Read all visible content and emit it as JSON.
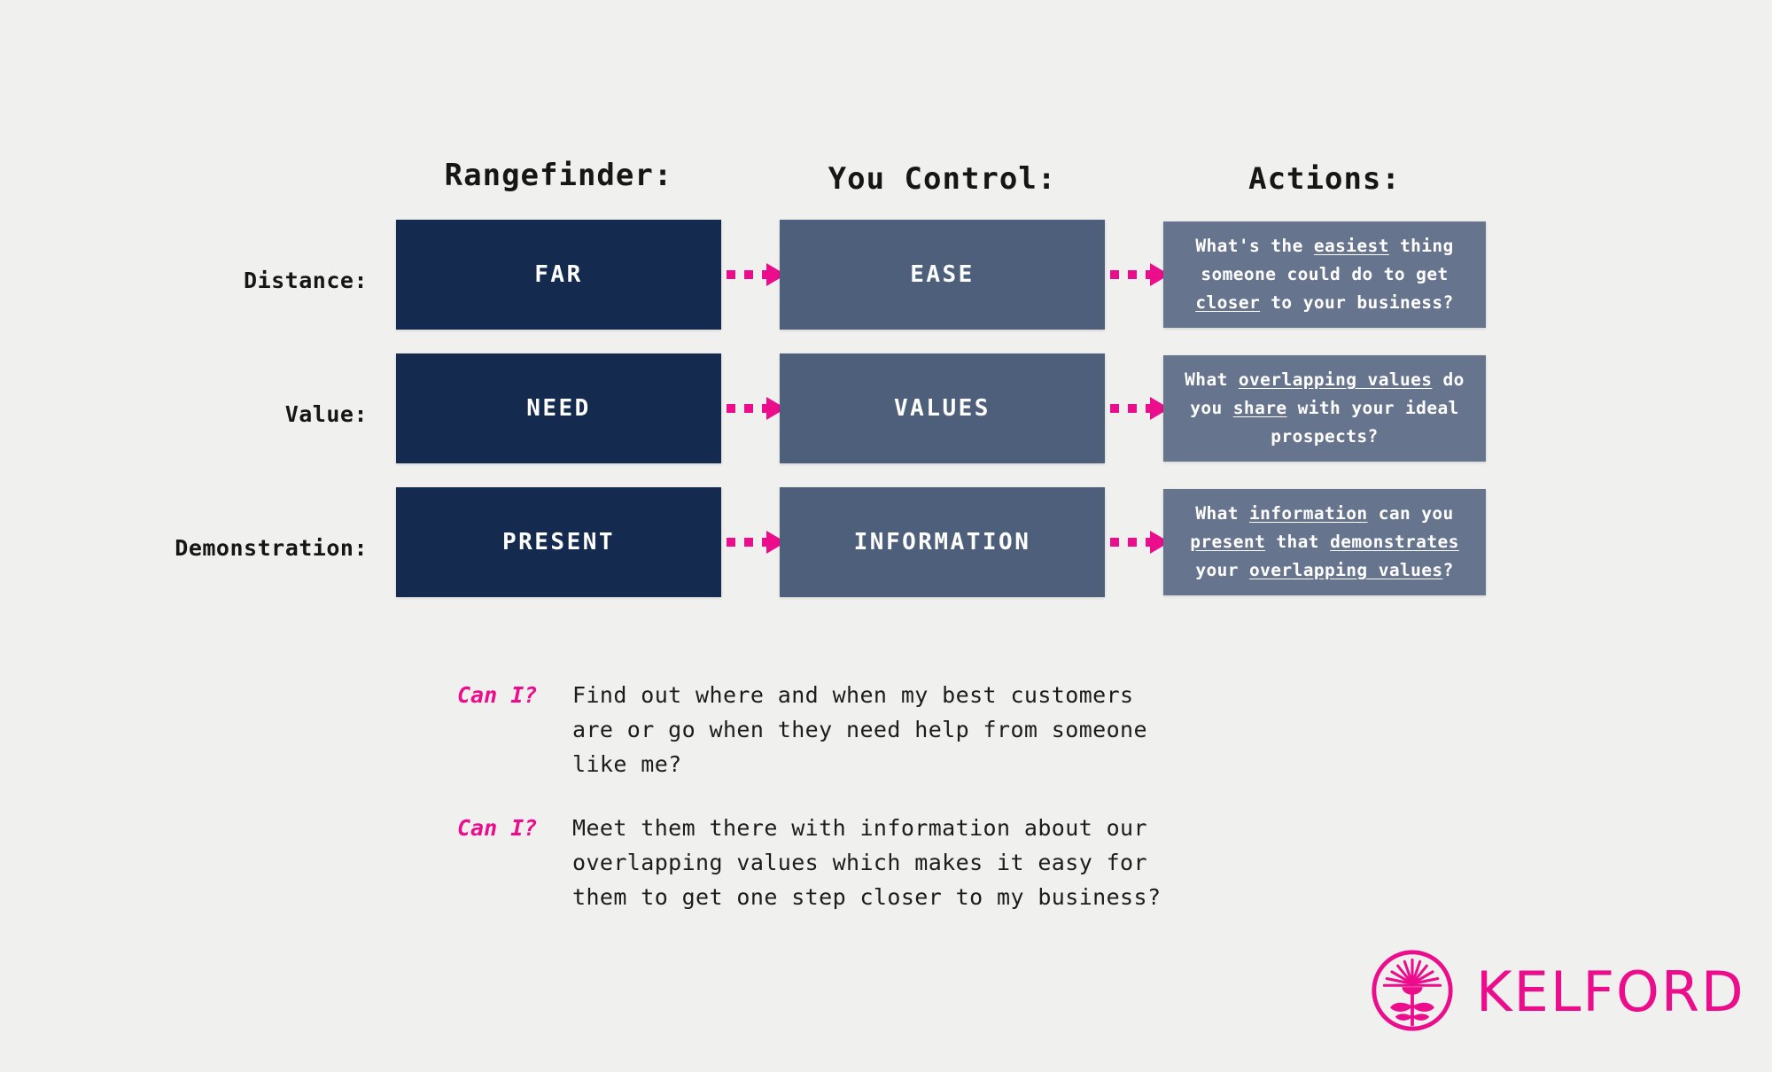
{
  "headers": {
    "rangefinder": "Rangefinder:",
    "you_control": "You Control:",
    "actions": "Actions:"
  },
  "rows": [
    {
      "label": "Distance:",
      "stage": "FAR",
      "control": "EASE",
      "action_html": "What's the <u>easiest</u> thing someone could do to get <u>closer</u> to your business?"
    },
    {
      "label": "Value:",
      "stage": "NEED",
      "control": "VALUES",
      "action_html": "What <u>overlapping values</u> do you <u>share</u> with your ideal prospects?"
    },
    {
      "label": "Demonstration:",
      "stage": "PRESENT",
      "control": "INFORMATION",
      "action_html": "What <u>information</u> can you <u>present</u> that <u>demonstrates</u> your <u>overlapping values</u>?"
    }
  ],
  "questions": [
    {
      "tag": "Can I?",
      "text": "Find out where and when my best customers\nare or go when they need help from someone\nlike me?"
    },
    {
      "tag": "Can I?",
      "text": "Meet them there with information about our\noverlapping values which makes it easy for\nthem to get one step closer to my business?"
    }
  ],
  "logo": {
    "wordmark": "KELFORD",
    "icon": "flower-circle-icon"
  },
  "colors": {
    "background": "#f0f0ef",
    "stage_box": "#142a4f",
    "control_box": "#4e5f7b",
    "action_box": "#67748d",
    "accent_pink": "#ec0d8c",
    "text_dark": "#161616",
    "text_light": "#ffffff"
  }
}
